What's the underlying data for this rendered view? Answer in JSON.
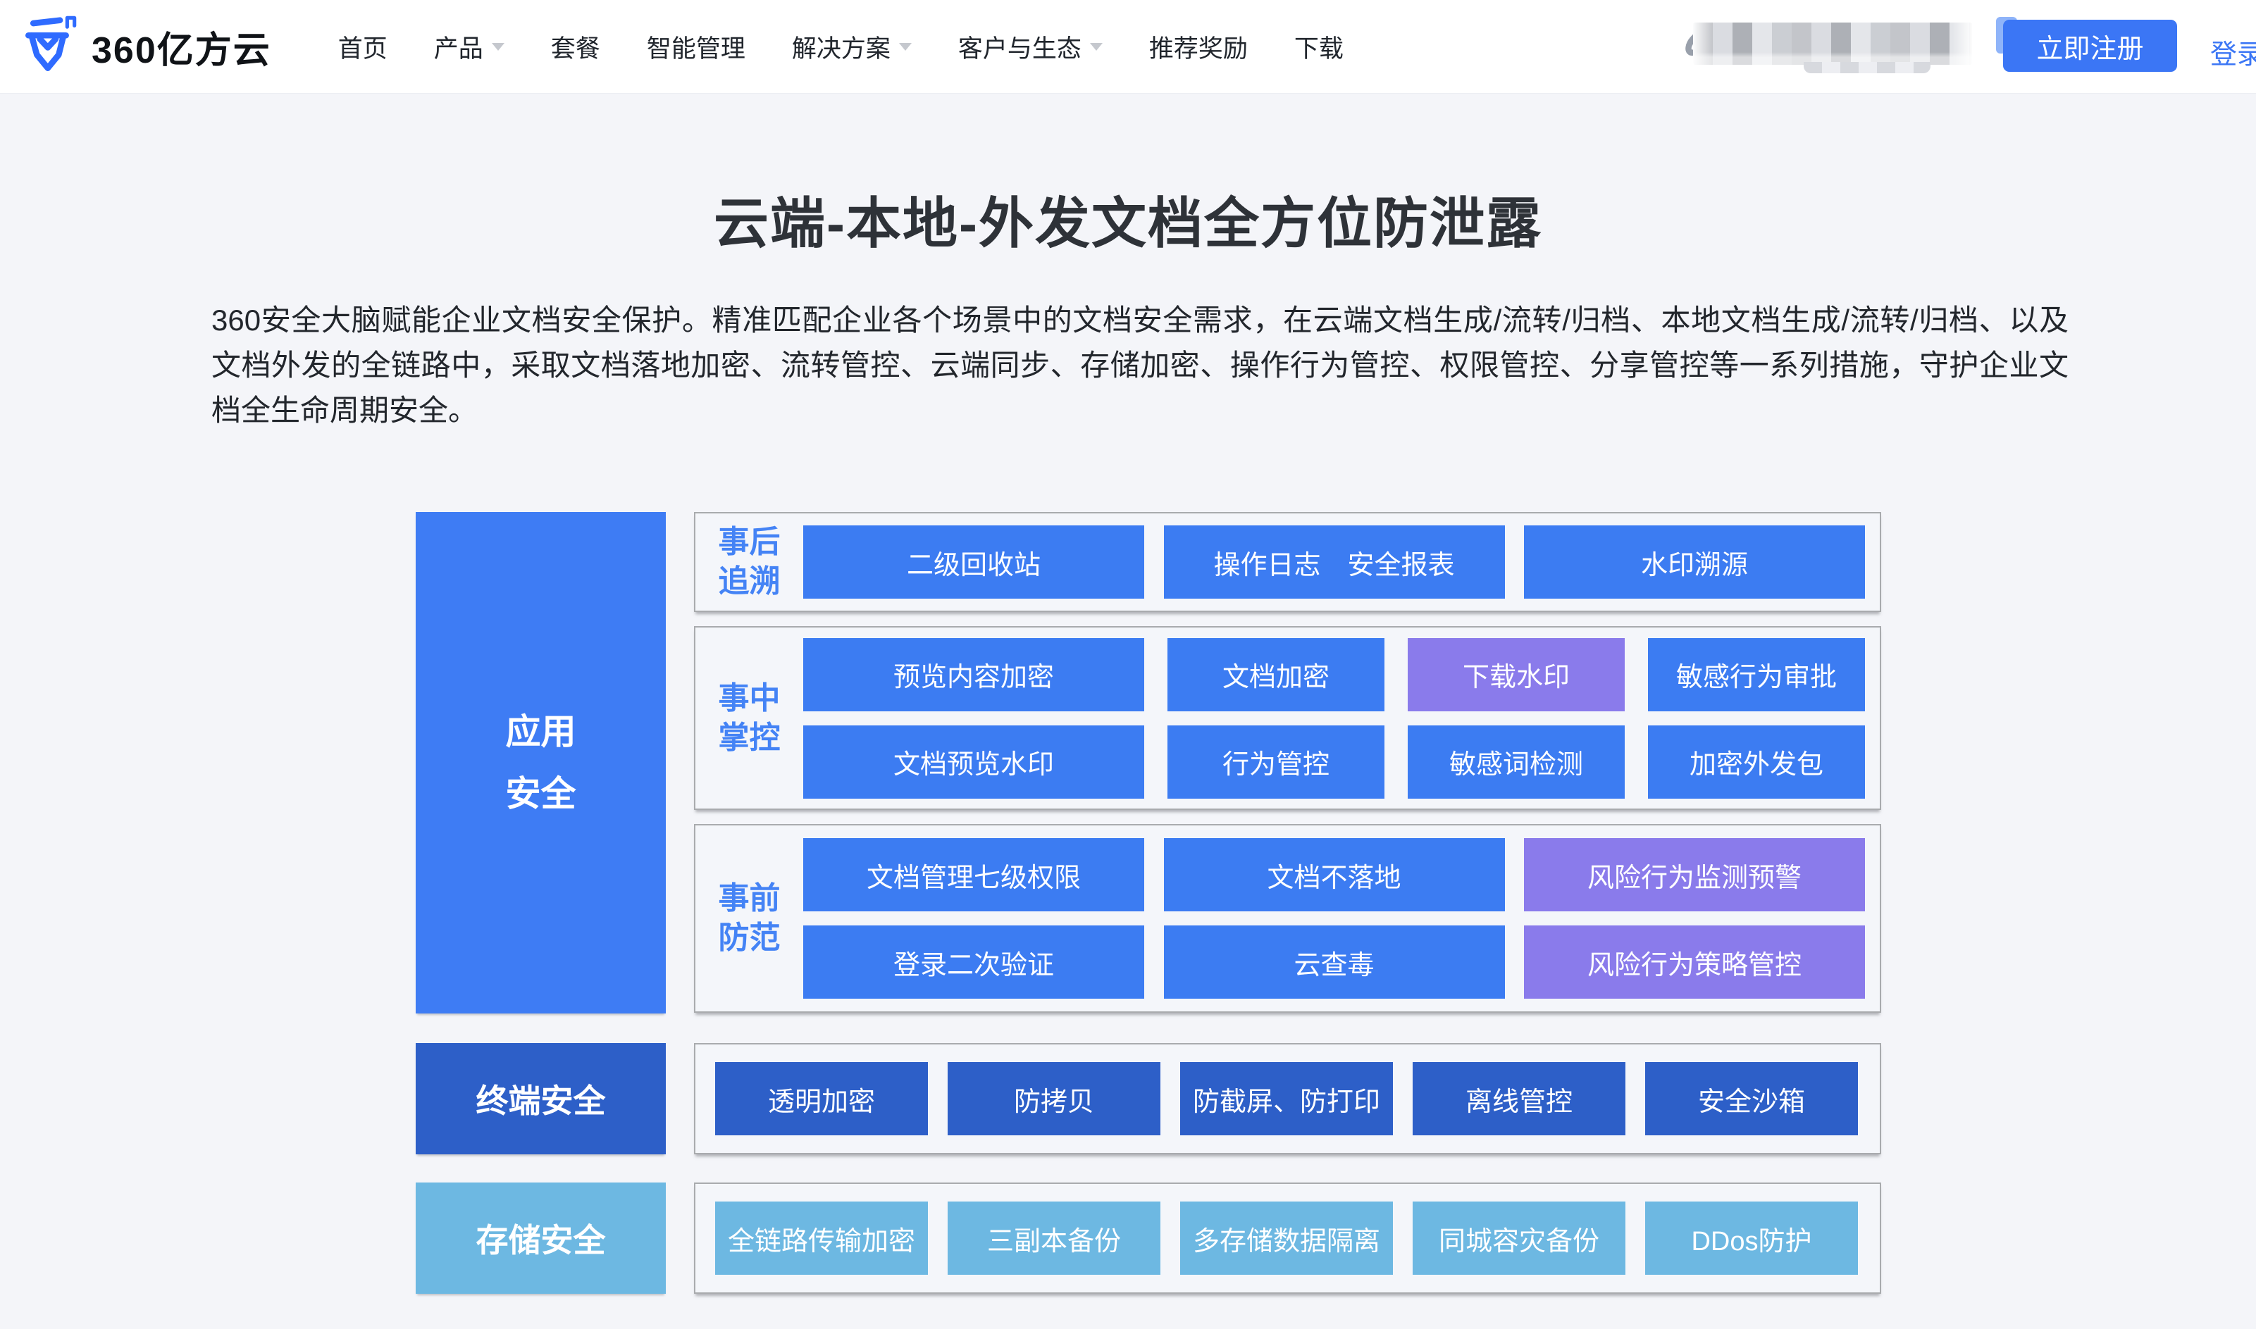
{
  "nav": {
    "logo": {
      "text": "360亿方云"
    },
    "items": [
      {
        "label": "首页",
        "has_dropdown": false
      },
      {
        "label": "产品",
        "has_dropdown": true
      },
      {
        "label": "套餐",
        "has_dropdown": false
      },
      {
        "label": "智能管理",
        "has_dropdown": false
      },
      {
        "label": "解决方案",
        "has_dropdown": true
      },
      {
        "label": "客户与生态",
        "has_dropdown": true
      },
      {
        "label": "推荐奖励",
        "has_dropdown": false
      },
      {
        "label": "下载",
        "has_dropdown": false
      }
    ],
    "register_button": "立即注册",
    "login_link": "登录"
  },
  "hero": {
    "title": "云端-本地-外发文档全方位防泄露",
    "description": "360安全大脑赋能企业文档安全保护。精准匹配企业各个场景中的文档安全需求，在云端文档生成/流转/归档、本地文档生成/流转/归档、以及文档外发的全链路中，采取文档落地加密、流转管控、云端同步、存储加密、操作行为管控、权限管控、分享管控等一系列措施，守护企业文档全生命周期安全。"
  },
  "diagram": {
    "side": {
      "app": "应用\n安全",
      "terminal": "终端安全",
      "storage": "存储安全"
    },
    "groups": [
      {
        "label": "事后\n追溯",
        "rows": [
          [
            {
              "label": "二级回收站",
              "variant": "primary"
            },
            {
              "label": "操作日志　安全报表",
              "variant": "primary"
            },
            {
              "label": "水印溯源",
              "variant": "primary"
            }
          ]
        ]
      },
      {
        "label": "事中\n掌控",
        "rows": [
          [
            {
              "label": "预览内容加密",
              "variant": "primary"
            },
            {
              "label": "文档加密",
              "variant": "primary"
            },
            {
              "label": "下载水印",
              "variant": "purple"
            },
            {
              "label": "敏感行为审批",
              "variant": "primary"
            }
          ],
          [
            {
              "label": "文档预览水印",
              "variant": "primary"
            },
            {
              "label": "行为管控",
              "variant": "primary"
            },
            {
              "label": "敏感词检测",
              "variant": "primary"
            },
            {
              "label": "加密外发包",
              "variant": "primary"
            }
          ]
        ]
      },
      {
        "label": "事前\n防范",
        "rows": [
          [
            {
              "label": "文档管理七级权限",
              "variant": "primary"
            },
            {
              "label": "文档不落地",
              "variant": "primary"
            },
            {
              "label": "风险行为监测预警",
              "variant": "purple"
            }
          ],
          [
            {
              "label": "登录二次验证",
              "variant": "primary"
            },
            {
              "label": "云查毒",
              "variant": "primary"
            },
            {
              "label": "风险行为策略管控",
              "variant": "purple"
            }
          ]
        ]
      }
    ],
    "terminal_buttons": [
      {
        "label": "透明加密",
        "variant": "dark"
      },
      {
        "label": "防拷贝",
        "variant": "dark"
      },
      {
        "label": "防截屏、防打印",
        "variant": "dark"
      },
      {
        "label": "离线管控",
        "variant": "dark"
      },
      {
        "label": "安全沙箱",
        "variant": "dark"
      }
    ],
    "storage_buttons": [
      {
        "label": "全链路传输加密",
        "variant": "light"
      },
      {
        "label": "三副本备份",
        "variant": "light"
      },
      {
        "label": "多存储数据隔离",
        "variant": "light"
      },
      {
        "label": "同城容灾备份",
        "variant": "light"
      },
      {
        "label": "DDos防护",
        "variant": "light"
      }
    ],
    "colors": {
      "primary_blue": "#3C7CF2",
      "purple": "#8A7BEB",
      "dark_blue": "#2D5FC8",
      "light_blue": "#6DB8E2",
      "group_label_blue": "#4483F5",
      "register_blue": "#3B76F5",
      "page_background": "#F4F5F9"
    }
  }
}
